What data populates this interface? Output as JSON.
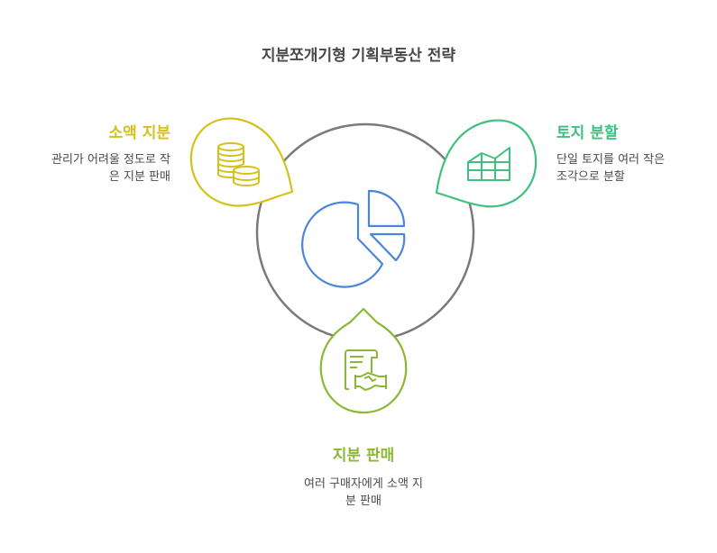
{
  "title": "지분쪼개기형 기획부동산 전략",
  "colors": {
    "small_shares": "#d4c21a",
    "land_split": "#3fc07f",
    "share_sale": "#8ab833",
    "center": "#4a86d8",
    "ring": "#7a7a7a"
  },
  "nodes": [
    {
      "id": "small_shares",
      "heading": "소액 지분",
      "description_line1": "관리가 어려울 정도로 작",
      "description_line2": "은 지분 판매",
      "icon": "coins-icon"
    },
    {
      "id": "land_split",
      "heading": "토지 분할",
      "description_line1": "단일 토지를 여러 작은",
      "description_line2": "조각으로 분할",
      "icon": "land-parcel-chart-icon"
    },
    {
      "id": "share_sale",
      "heading": "지분 판매",
      "description_line1": "여러 구매자에게 소액 지",
      "description_line2": "분 판매",
      "icon": "contract-handshake-icon"
    }
  ],
  "center_icon": "pie-chart-icon"
}
